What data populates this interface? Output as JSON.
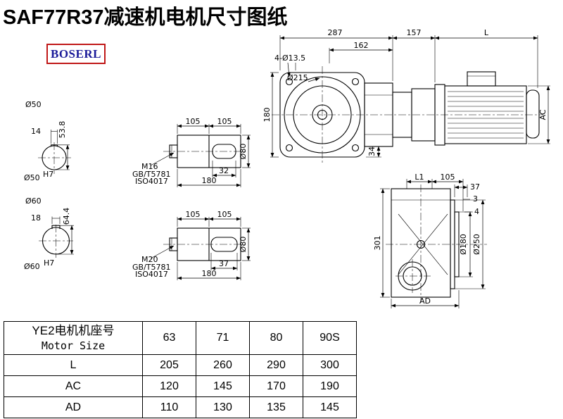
{
  "title": "SAF77R37减速机电机尺寸图纸",
  "logo": {
    "text": "BOSERL"
  },
  "colors": {
    "logo_border": "#c01818",
    "logo_text": "#1a1a99",
    "line": "#000000",
    "background": "#ffffff"
  },
  "left_views": {
    "v1_dia": "Ø50",
    "v1_key_w": "14",
    "v1_height": "53.8",
    "v1_fit": "Ø50",
    "v1_fit_tol": "H7",
    "v2_dia": "Ø60",
    "v2_key_w": "18",
    "v2_height": "64.4",
    "v2_fit": "Ø60",
    "v2_fit_tol": "H7"
  },
  "shaft_a": {
    "seg1": "105",
    "seg2": "105",
    "thread": "M16",
    "std1": "GB/T5781",
    "std2": "ISO4017",
    "key_len": "32",
    "total_len": "180",
    "dia": "Ø80"
  },
  "shaft_b": {
    "seg1": "105",
    "seg2": "105",
    "thread": "M20",
    "std1": "GB/T5781",
    "std2": "ISO4017",
    "key_len": "37",
    "total_len": "180",
    "dia": "Ø80"
  },
  "front_view": {
    "total_w": "287",
    "flange_w": "162",
    "holes": "4-Ø13.5",
    "flange_dia": "Ø215",
    "flange_h": "180",
    "foot": "34",
    "adapter_len": "157",
    "motor_len": "L",
    "motor_dia": "AC"
  },
  "side_view": {
    "l1": "L1",
    "seg": "105",
    "d1": "37",
    "d2": "3",
    "d3": "4",
    "height": "301",
    "spigot_dia": "Ø180",
    "flange_dia": "Ø250",
    "width": "AD"
  },
  "table": {
    "header_cn": "YE2电机机座号",
    "header_en": "Motor Size",
    "sizes": [
      "63",
      "71",
      "80",
      "90S"
    ],
    "rows": [
      {
        "label": "L",
        "values": [
          "205",
          "260",
          "290",
          "300"
        ]
      },
      {
        "label": "AC",
        "values": [
          "120",
          "145",
          "170",
          "190"
        ]
      },
      {
        "label": "AD",
        "values": [
          "110",
          "130",
          "135",
          "145"
        ]
      }
    ]
  }
}
